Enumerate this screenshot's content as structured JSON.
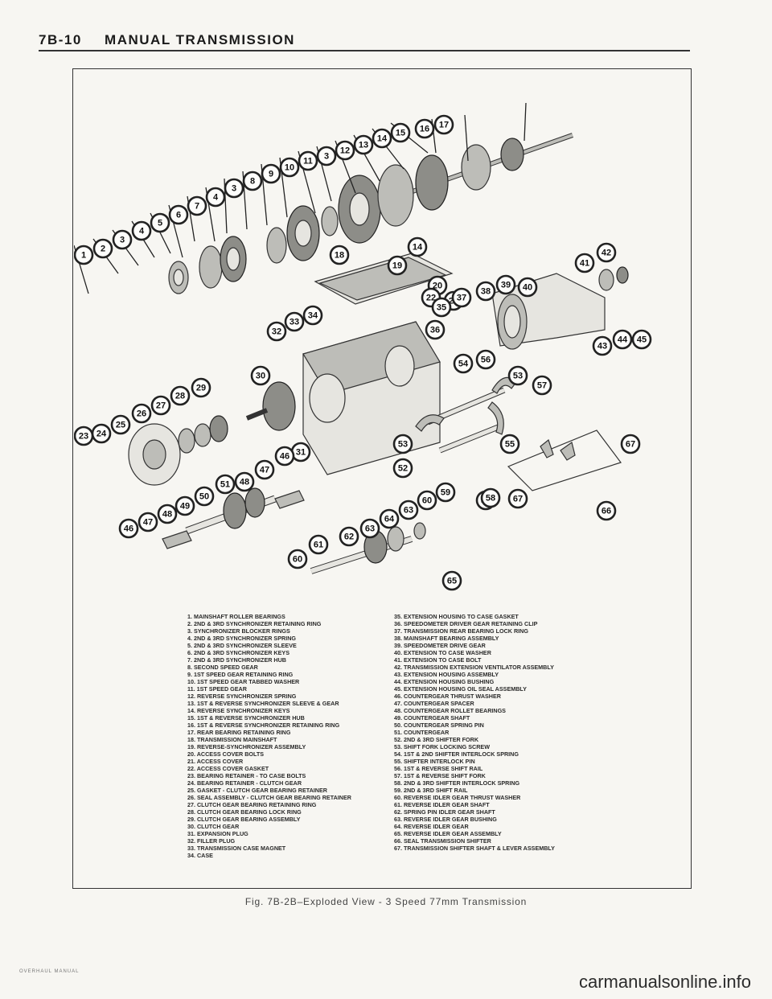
{
  "header": {
    "page": "7B-10",
    "title": "MANUAL TRANSMISSION"
  },
  "caption": "Fig. 7B-2B–Exploded View - 3 Speed 77mm Transmission",
  "footer": "OVERHAUL MANUAL",
  "watermark": "carmanualsonline.info",
  "legend_left": [
    "1. MAINSHAFT ROLLER BEARINGS",
    "2. 2ND & 3RD SYNCHRONIZER RETAINING RING",
    "3. SYNCHRONIZER BLOCKER RINGS",
    "4. 2ND & 3RD SYNCHRONIZER SPRING",
    "5. 2ND & 3RD SYNCHRONIZER SLEEVE",
    "6. 2ND & 3RD SYNCHRONIZER KEYS",
    "7. 2ND & 3RD SYNCHRONIZER HUB",
    "8. SECOND SPEED GEAR",
    "9. 1ST SPEED GEAR RETAINING RING",
    "10. 1ST SPEED GEAR TABBED WASHER",
    "11. 1ST SPEED GEAR",
    "12. REVERSE SYNCHRONIZER SPRING",
    "13. 1ST & REVERSE SYNCHRONIZER SLEEVE & GEAR",
    "14. REVERSE SYNCHRONIZER KEYS",
    "15. 1ST & REVERSE SYNCHRONIZER HUB",
    "16. 1ST & REVERSE SYNCHRONIZER RETAINING RING",
    "17. REAR BEARING RETAINING RING",
    "18. TRANSMISSION MAINSHAFT",
    "19. REVERSE-SYNCHRONIZER ASSEMBLY",
    "20. ACCESS COVER BOLTS",
    "21. ACCESS COVER",
    "22. ACCESS COVER GASKET",
    "23. BEARING RETAINER - TO CASE BOLTS",
    "24. BEARING RETAINER - CLUTCH GEAR",
    "25. GASKET - CLUTCH GEAR BEARING RETAINER",
    "26. SEAL ASSEMBLY - CLUTCH GEAR BEARING RETAINER",
    "27. CLUTCH GEAR BEARING RETAINING RING",
    "28. CLUTCH GEAR BEARING LOCK RING",
    "29. CLUTCH GEAR BEARING ASSEMBLY",
    "30. CLUTCH GEAR",
    "31. EXPANSION PLUG",
    "32. FILLER PLUG",
    "33. TRANSMISSION CASE MAGNET",
    "34. CASE"
  ],
  "legend_right": [
    "35. EXTENSION HOUSING TO CASE GASKET",
    "36. SPEEDOMETER DRIVER GEAR RETAINING CLIP",
    "37. TRANSMISSION REAR BEARING LOCK RING",
    "38. MAINSHAFT BEARING ASSEMBLY",
    "39. SPEEDOMETER DRIVE GEAR",
    "40. EXTENSION TO CASE WASHER",
    "41. EXTENSION TO CASE BOLT",
    "42. TRANSMISSION EXTENSION VENTILATOR ASSEMBLY",
    "43. EXTENSION HOUSING ASSEMBLY",
    "44. EXTENSION HOUSING BUSHING",
    "45. EXTENSION HOUSING OIL SEAL ASSEMBLY",
    "46. COUNTERGEAR THRUST WASHER",
    "47. COUNTERGEAR SPACER",
    "48. COUNTERGEAR ROLLET BEARINGS",
    "49. COUNTERGEAR SHAFT",
    "50. COUNTERGEAR SPRING PIN",
    "51. COUNTERGEAR",
    "52. 2ND & 3RD SHIFTER FORK",
    "53. SHIFT FORK LOCKING SCREW",
    "54. 1ST & 2ND SHIFTER INTERLOCK SPRING",
    "55. SHIFTER INTERLOCK PIN",
    "56. 1ST & REVERSE SHIFT RAIL",
    "57. 1ST & REVERSE SHIFT FORK",
    "58. 2ND & 3RD SHIFTER INTERLOCK SPRING",
    "59. 2ND & 3RD SHIFT RAIL",
    "60. REVERSE IDLER GEAR THRUST WASHER",
    "61. REVERSE IDLER GEAR SHAFT",
    "62. SPRING PIN IDLER GEAR SHAFT",
    "63. REVERSE IDLER GEAR BUSHING",
    "64. REVERSE IDLER GEAR",
    "65. REVERSE IDLER GEAR ASSEMBLY",
    "66. SEAL TRANSMISSION SHIFTER",
    "67. TRANSMISSION SHIFTER SHAFT & LEVER ASSEMBLY"
  ],
  "callouts": [
    "1",
    "2",
    "3",
    "4",
    "5",
    "6",
    "7",
    "4",
    "3",
    "8",
    "9",
    "10",
    "11",
    "3",
    "12",
    "13",
    "14",
    "15",
    "16",
    "17",
    "18",
    "19",
    "14",
    "20",
    "21",
    "22",
    "32",
    "33",
    "34",
    "35",
    "36",
    "37",
    "38",
    "39",
    "40",
    "41",
    "42",
    "43",
    "44",
    "45",
    "30",
    "29",
    "28",
    "27",
    "26",
    "25",
    "24",
    "23",
    "31",
    "46",
    "47",
    "48",
    "51",
    "50",
    "49",
    "48",
    "47",
    "46",
    "54",
    "56",
    "53",
    "57",
    "55",
    "53",
    "52",
    "58",
    "59",
    "60",
    "63",
    "64",
    "63",
    "62",
    "61",
    "60",
    "65",
    "58",
    "67",
    "66",
    "67"
  ]
}
